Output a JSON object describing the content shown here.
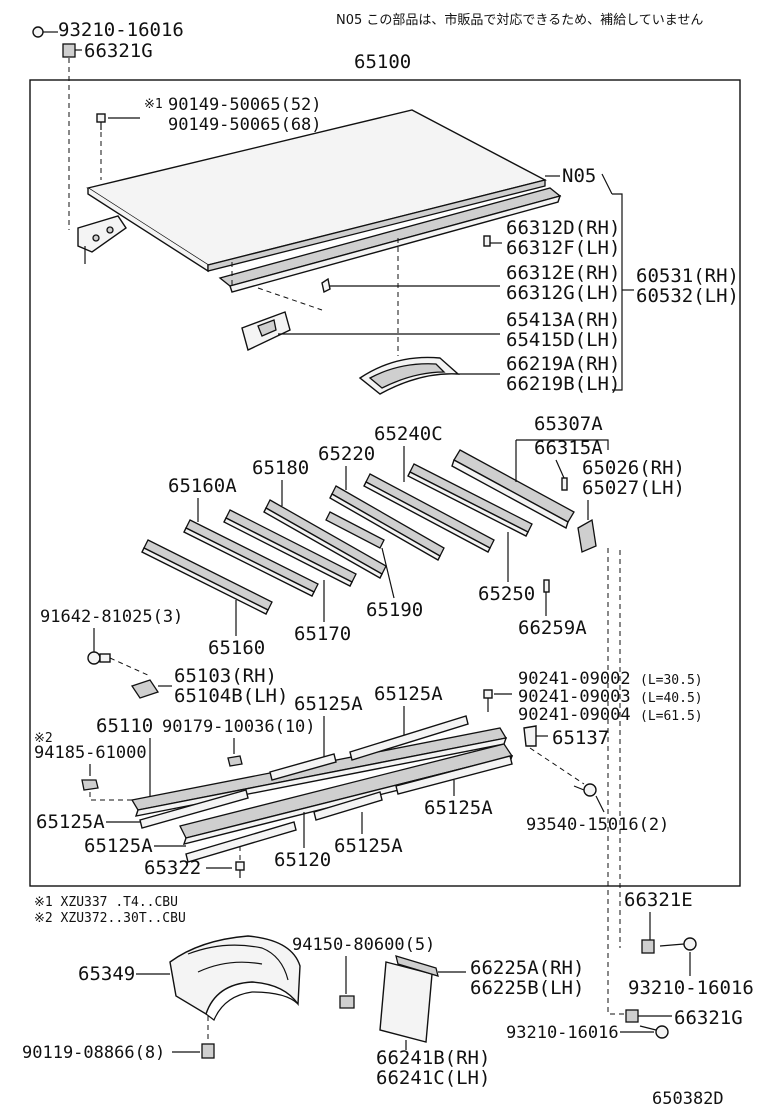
{
  "note_top": "N05 この部品は、市販品で対応できるため、補給していません",
  "footnotes": [
    "※1 XZU337 .T4..CBU",
    "※2 XZU372..30T..CBU"
  ],
  "diagram_id": "650382D",
  "labels": {
    "l93210a": "93210-16016",
    "l66321g_top": "66321G",
    "l65100": "65100",
    "lmark1": "※1",
    "l90149a": "90149-50065(52)",
    "l90149b": "90149-50065(68)",
    "ln05": "N05",
    "l66312d": "66312D(RH)",
    "l66312f": "66312F(LH)",
    "l66312e": "66312E(RH)",
    "l66312g": "66312G(LH)",
    "l60531": "60531(RH)",
    "l60532": "60532(LH)",
    "l65413a": "65413A(RH)",
    "l65415d": "65415D(LH)",
    "l66219a": "66219A(RH)",
    "l66219b": "66219B(LH)",
    "l65307a": "65307A",
    "l65240c": "65240C",
    "l66315a": "66315A",
    "l65220": "65220",
    "l65180": "65180",
    "l65026": "65026(RH)",
    "l65027": "65027(LH)",
    "l65160a": "65160A",
    "l65250": "65250",
    "l65190": "65190",
    "l91642": "91642-81025(3)",
    "l65160": "65160",
    "l65170": "65170",
    "l66259a": "66259A",
    "l65103": "65103(RH)",
    "l65104b": "65104B(LH)",
    "l65125a_1": "65125A",
    "l65125a_2": "65125A",
    "l90241a": "90241-09002",
    "l90241a_len": "(L=30.5)",
    "l90241b": "90241-09003",
    "l90241b_len": "(L=40.5)",
    "l90241c": "90241-09004",
    "l90241c_len": "(L=61.5)",
    "l65110": "65110",
    "l90179": "90179-10036(10)",
    "lmark2": "※2",
    "l94185": "94185-61000",
    "l65137": "65137",
    "l65125a_3": "65125A",
    "l65125a_4": "65125A",
    "l93540": "93540-15016(2)",
    "l65125a_5": "65125A",
    "l65125a_6": "65125A",
    "l65322": "65322",
    "l65120": "65120",
    "l66321e": "66321E",
    "l94150": "94150-80600(5)",
    "l65349": "65349",
    "l66225a": "66225A(RH)",
    "l66225b": "66225B(LH)",
    "l93210b": "93210-16016",
    "l66321g_bot": "66321G",
    "l93210c": "93210-16016",
    "l90119": "90119-08866(8)",
    "l66241b": "66241B(RH)",
    "l66241c": "66241C(LH)"
  }
}
